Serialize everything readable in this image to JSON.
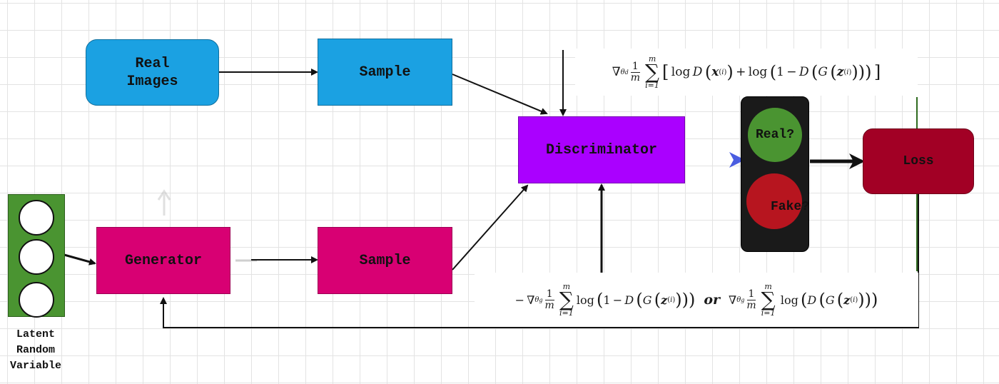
{
  "nodes": {
    "real_images": "Real\nImages",
    "sample_top": "Sample",
    "sample_bottom": "Sample",
    "generator": "Generator",
    "discriminator": "Discriminator",
    "real": "Real?",
    "fake": "Fake?",
    "loss": "Loss",
    "latent": "Latent\nRandom\nVariable"
  },
  "formulas": {
    "discriminator_gradient": "∇θd (1/m) Σ_{i=1}^{m} [ log D(x^(i)) + log(1 − D(G(z^(i)))) ]",
    "generator_gradient_a": "− ∇θg (1/m) Σ_{i=1}^{m} log(1 − D(G(z^(i))))",
    "or": "or",
    "generator_gradient_b": "∇θg (1/m) Σ_{i=1}^{m} log(D(G(z^(i))))"
  },
  "colors": {
    "real_images": "#1ba1e2",
    "sample_top": "#1ba1e2",
    "generator": "#d80073",
    "sample_bottom": "#d80073",
    "discriminator": "#aa00ff",
    "traffic_light_body": "#1a1a1a",
    "real_light": "#4a9431",
    "fake_light": "#b7151f",
    "loss": "#a20025",
    "latent_panel": "#4a9431",
    "edge": "#111111",
    "disc_arrow": "#5a6fe0",
    "feedback_line": "#2f6b1f"
  }
}
